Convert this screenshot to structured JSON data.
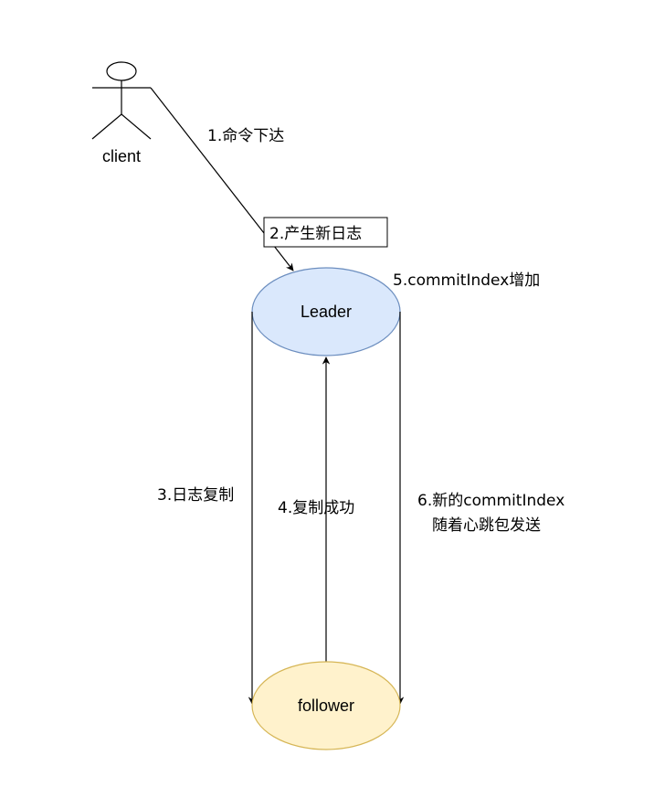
{
  "actor": {
    "name": "client"
  },
  "nodes": {
    "leader": {
      "label": "Leader",
      "fill": "#dae8fc",
      "stroke": "#6c8ebf"
    },
    "follower": {
      "label": "follower",
      "fill": "#fff2cc",
      "stroke": "#d6b656"
    }
  },
  "edge_labels": {
    "command": "1.命令下达",
    "new_log": "2.产生新日志",
    "replicate": "3.日志复制",
    "replicate_ok": "4.复制成功",
    "commit_increase": "5.commitIndex增加",
    "heartbeat_line1": "6.新的commitIndex",
    "heartbeat_line2": "随着心跳包发送"
  },
  "colors": {
    "line": "#000000",
    "label_box_stroke": "#000000"
  }
}
